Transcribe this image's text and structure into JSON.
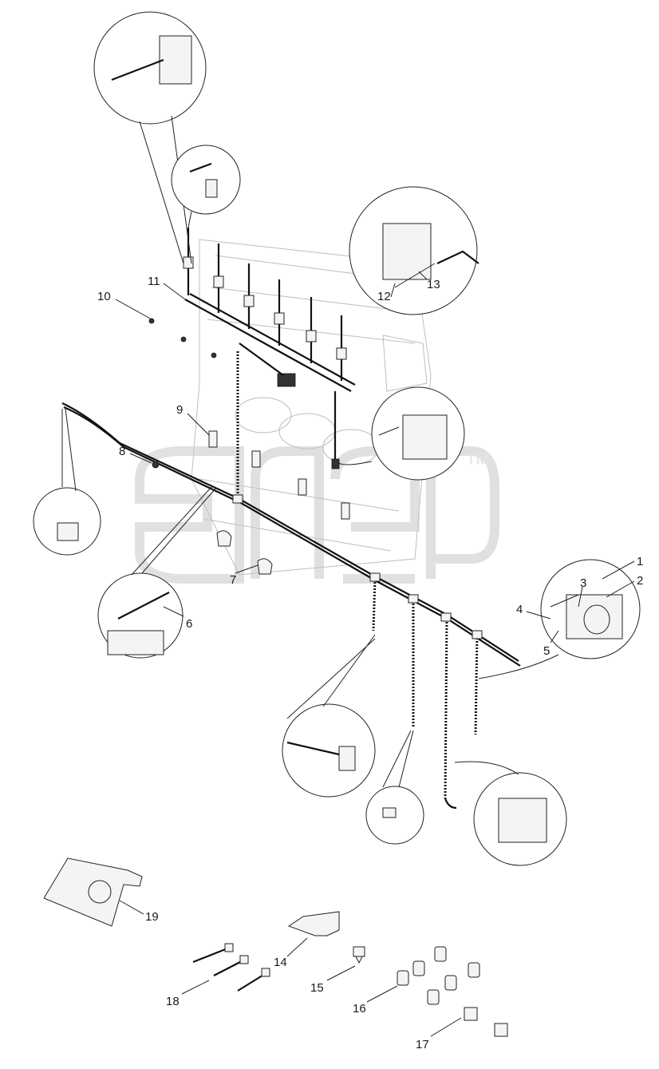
{
  "diagram": {
    "watermark": "™",
    "callouts": [
      {
        "id": "c1",
        "text": "1"
      },
      {
        "id": "c2",
        "text": "2"
      },
      {
        "id": "c3",
        "text": "3"
      },
      {
        "id": "c4",
        "text": "4"
      },
      {
        "id": "c5",
        "text": "5"
      },
      {
        "id": "c6",
        "text": "6"
      },
      {
        "id": "c7",
        "text": "7"
      },
      {
        "id": "c8",
        "text": "8"
      },
      {
        "id": "c9",
        "text": "9"
      },
      {
        "id": "c10",
        "text": "10"
      },
      {
        "id": "c11",
        "text": "11"
      },
      {
        "id": "c12",
        "text": "12"
      },
      {
        "id": "c13",
        "text": "13"
      },
      {
        "id": "c14",
        "text": "14"
      },
      {
        "id": "c15",
        "text": "15"
      },
      {
        "id": "c16",
        "text": "16"
      },
      {
        "id": "c17",
        "text": "17"
      },
      {
        "id": "c18",
        "text": "18"
      },
      {
        "id": "c19",
        "text": "19"
      }
    ],
    "colors": {
      "line": "#222222",
      "watermark": "#cfcfcf",
      "background": "#ffffff"
    }
  }
}
